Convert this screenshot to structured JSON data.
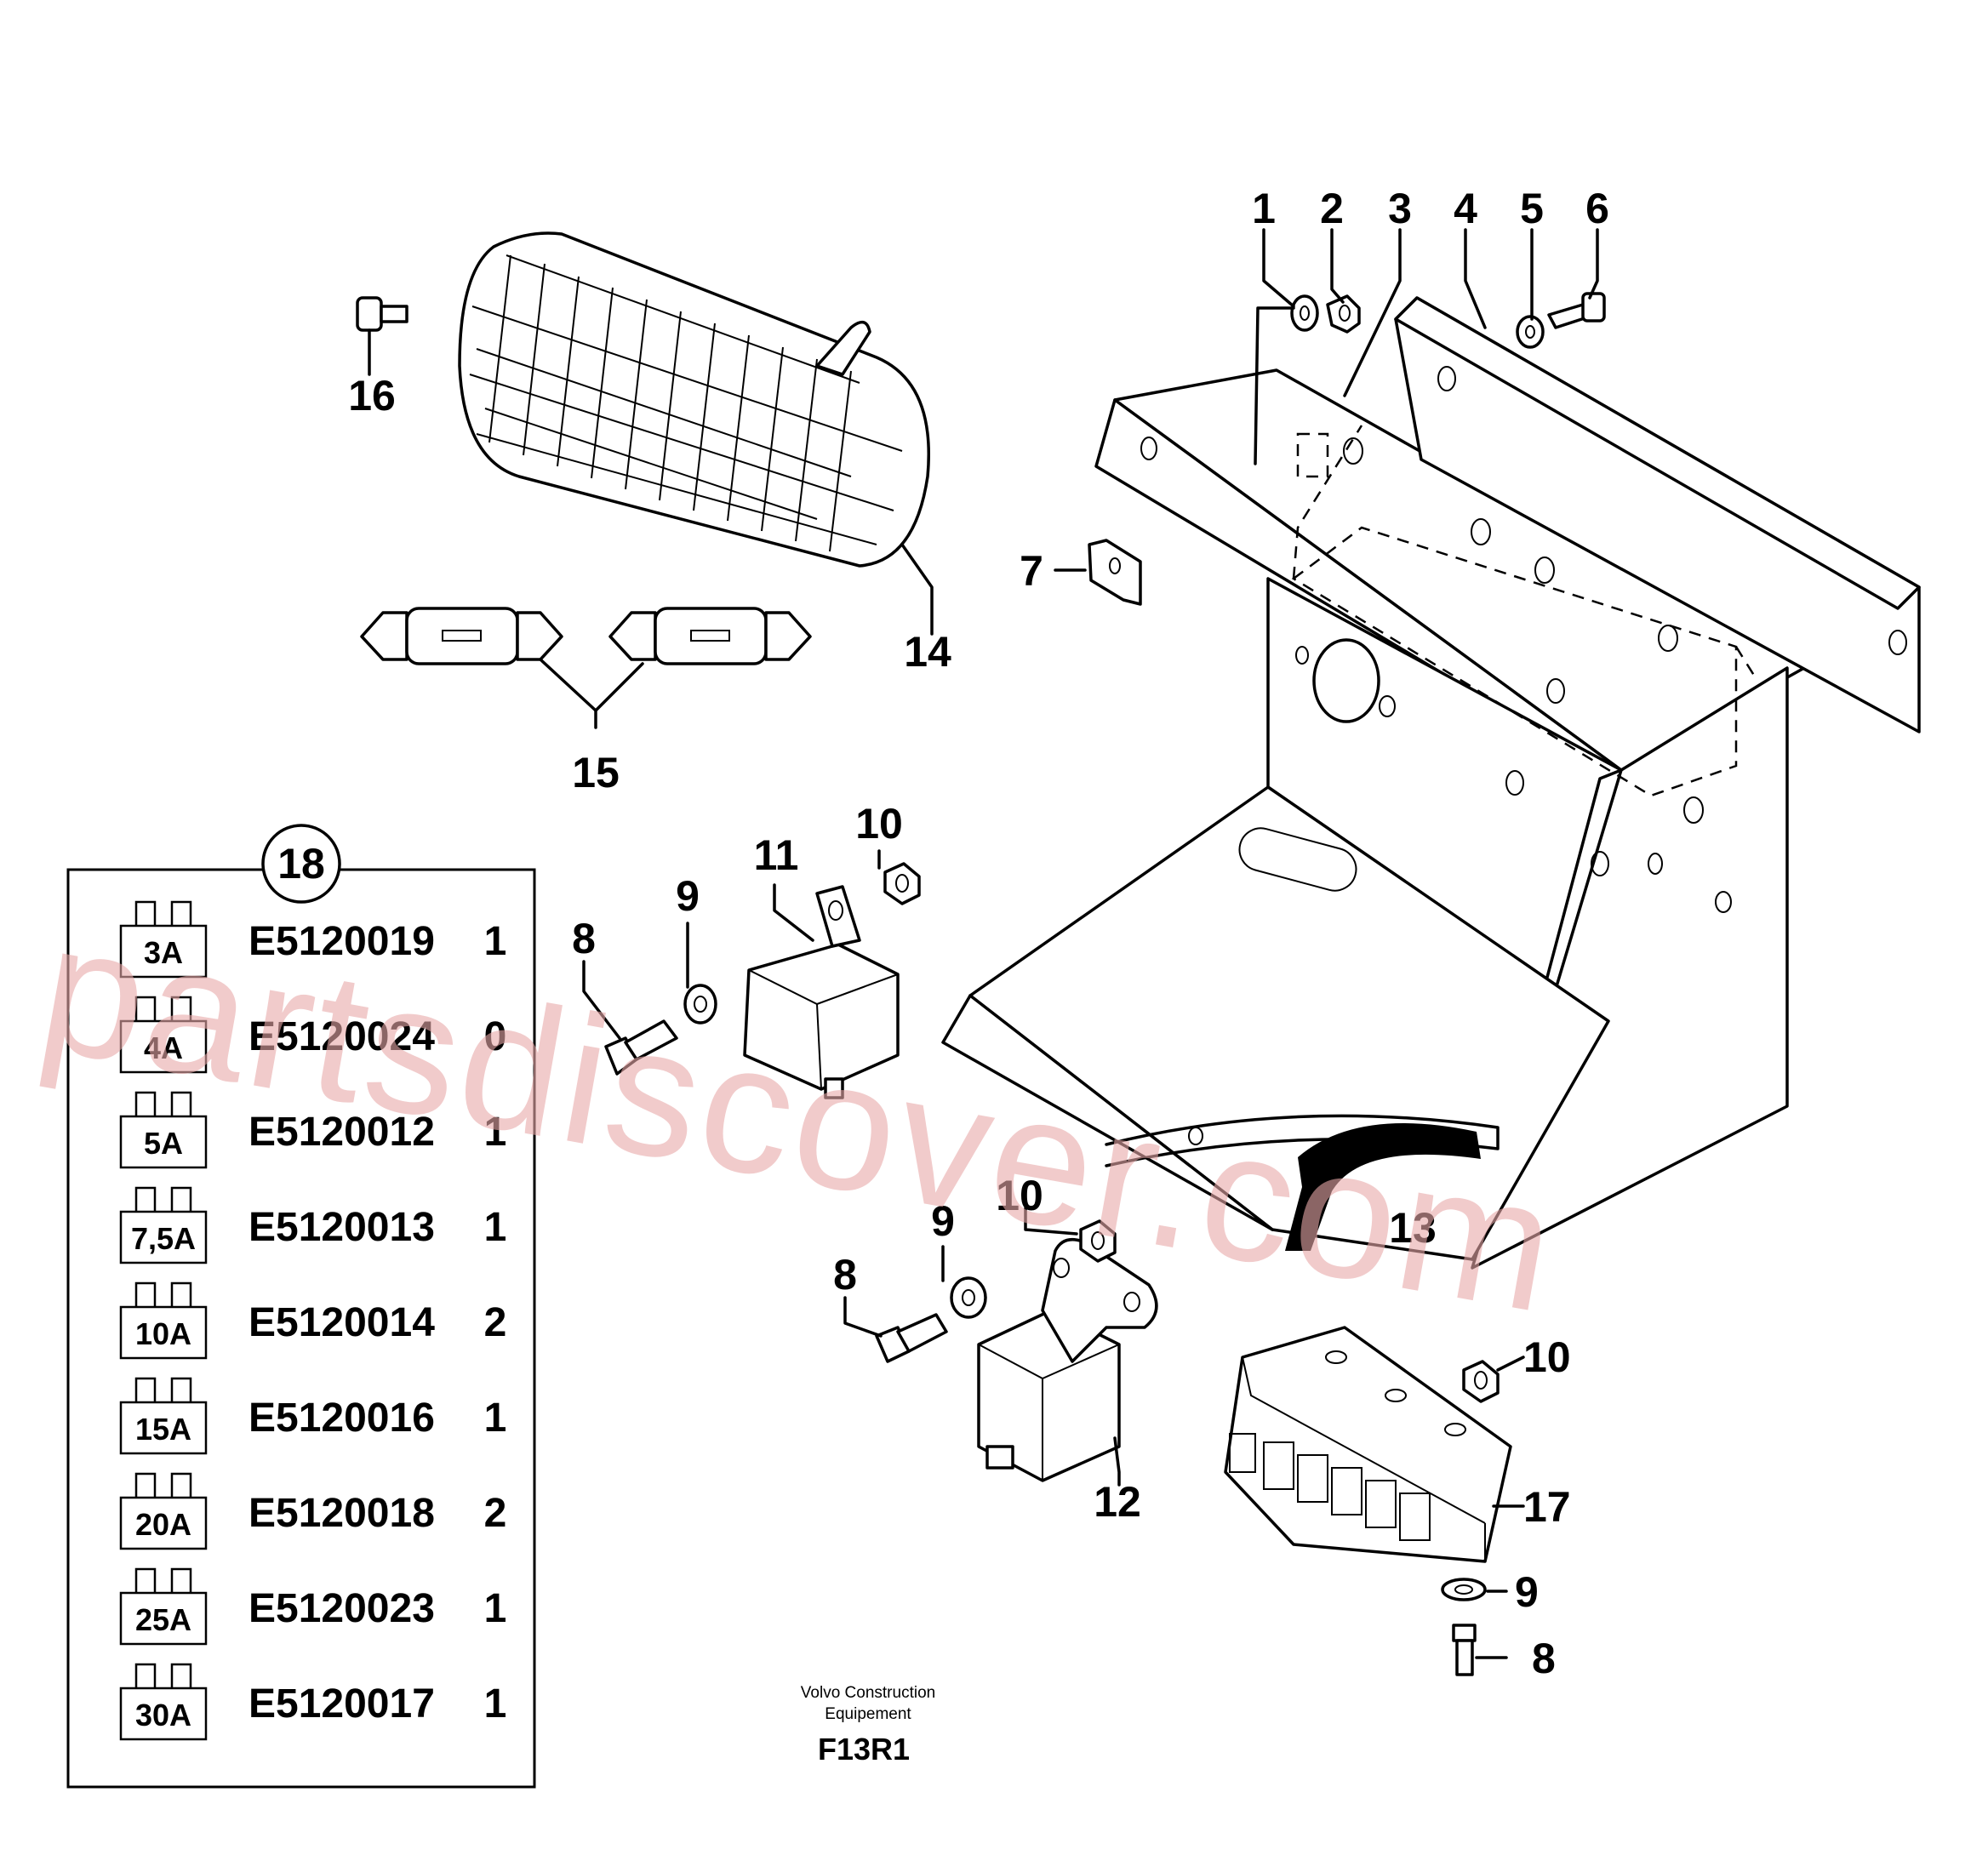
{
  "callouts": {
    "c1": "1",
    "c2": "2",
    "c3": "3",
    "c4": "4",
    "c5": "5",
    "c6": "6",
    "c7": "7",
    "c8a": "8",
    "c8b": "8",
    "c8c": "8",
    "c9a": "9",
    "c9b": "9",
    "c9c": "9",
    "c10a": "10",
    "c10b": "10",
    "c10c": "10",
    "c11": "11",
    "c12": "12",
    "c13": "13",
    "c14": "14",
    "c15": "15",
    "c16": "16",
    "c17": "17",
    "c18": "18"
  },
  "fuse_table": {
    "rows": [
      {
        "rating": "3A",
        "code": "E5120019",
        "qty": "1"
      },
      {
        "rating": "4A",
        "code": "E5120024",
        "qty": "0"
      },
      {
        "rating": "5A",
        "code": "E5120012",
        "qty": "1"
      },
      {
        "rating": "7,5A",
        "code": "E5120013",
        "qty": "1"
      },
      {
        "rating": "10A",
        "code": "E5120014",
        "qty": "2"
      },
      {
        "rating": "15A",
        "code": "E5120016",
        "qty": "1"
      },
      {
        "rating": "20A",
        "code": "E5120018",
        "qty": "2"
      },
      {
        "rating": "25A",
        "code": "E5120023",
        "qty": "1"
      },
      {
        "rating": "30A",
        "code": "E5120017",
        "qty": "1"
      }
    ]
  },
  "footer": {
    "company_line1": "Volvo Construction",
    "company_line2": "Equipement",
    "figure_code": "F13R1"
  },
  "watermark": "partsdiscover.com"
}
